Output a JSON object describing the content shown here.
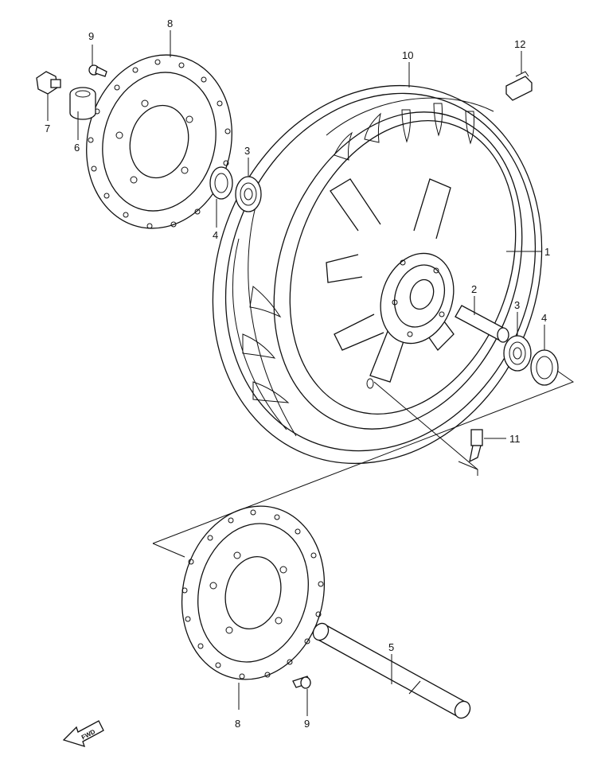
{
  "callouts": {
    "c1": "1",
    "c2": "2",
    "c3a": "3",
    "c3b": "3",
    "c4a": "4",
    "c4b": "4",
    "c5": "5",
    "c6": "6",
    "c7": "7",
    "c8a": "8",
    "c8b": "8",
    "c9a": "9",
    "c9b": "9",
    "c10": "10",
    "c11": "11",
    "c12": "12"
  },
  "fwd_label": "FWD",
  "line_color": "#111111",
  "background": "#ffffff"
}
